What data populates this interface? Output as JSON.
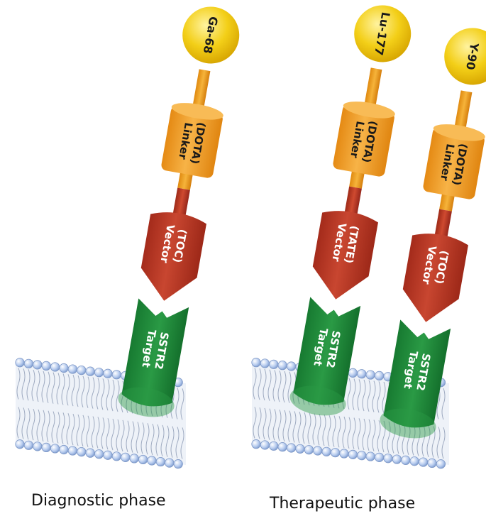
{
  "constructs": [
    {
      "isotope": "Ga-68",
      "linker": [
        "Linker",
        "(DOTA)"
      ],
      "vector": [
        "Vector",
        "(TOC)"
      ],
      "target": [
        "Target",
        "SSTR2"
      ]
    },
    {
      "isotope": "Lu-177",
      "linker": [
        "Linker",
        "(DOTA)"
      ],
      "vector": [
        "Vector",
        "(TATE)"
      ],
      "target": [
        "Target",
        "SSTR2"
      ]
    },
    {
      "isotope": "Y-90",
      "linker": [
        "Linker",
        "(DOTA)"
      ],
      "vector": [
        "Vector",
        "(TOC)"
      ],
      "target": [
        "Target",
        "SSTR2"
      ]
    }
  ],
  "captions": {
    "diagnostic": "Diagnostic phase",
    "therapeutic": "Therapeutic phase"
  },
  "colors": {
    "isotope": "#f2c500",
    "linker": "#ef9a1e",
    "vector": "#b83222",
    "target": "#1f8a3a",
    "membrane_head": "#aec4e8"
  }
}
